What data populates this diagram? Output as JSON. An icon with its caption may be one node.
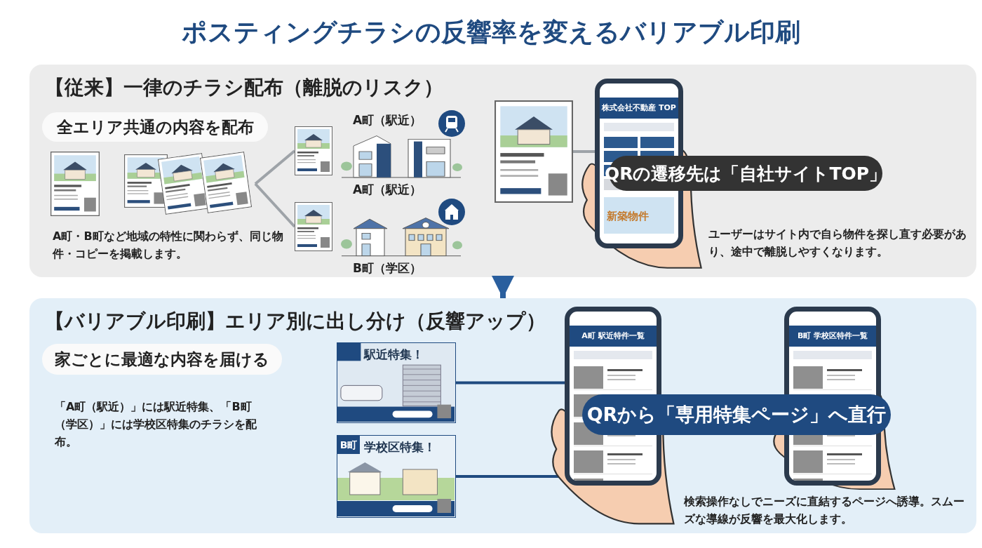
{
  "diagram": {
    "title": "ポスティングチラシの反響率を変えるバリアブル印刷",
    "nodes": [
      {
        "text": [
          "【従来】一律のチラシ配布（離脱のリスク）"
        ]
      },
      {
        "text": [
          "全エリア共通の内容を配布"
        ],
        "in": 0
      },
      {
        "text": [],
        "shape": "picture",
        "in": 0
      },
      {
        "text": [],
        "shape": "picture",
        "in": 0
      },
      {
        "text": [],
        "shape": "picture",
        "in": 0
      },
      {
        "text": [
          "A町（駅近）",
          "A町（駅近）"
        ],
        "in": 0
      },
      {
        "text": [
          "B町（学区）"
        ],
        "in": 0
      },
      {
        "text": [],
        "shape": "picture",
        "in": 0
      },
      {
        "text": [
          "株式会社不動産 TOP",
          "新築物件"
        ],
        "in": 0
      },
      {
        "text": [
          "QRの遷移先は「自社サイトTOP」"
        ],
        "in": 0
      },
      {
        "text": [
          "【バリアブル印刷】エリア別に出し分け（反響アップ）"
        ]
      },
      {
        "text": [
          "家ごとに最適な内容を届ける"
        ],
        "in": 10
      },
      {
        "text": [
          "駅近特集！"
        ],
        "in": 10
      },
      {
        "text": [
          "B町",
          "学校区特集！"
        ],
        "in": 10
      },
      {
        "text": [
          "A町 駅近特件一覧"
        ],
        "in": 10
      },
      {
        "text": [
          "B町 学校区特件一覧"
        ],
        "in": 10
      },
      {
        "text": [
          "QRから「専用特集ページ」へ直行"
        ],
        "in": 10
      }
    ],
    "edges": [
      {
        "from": 2,
        "to": 3,
        "arrow": "none",
        "color": "#9ea3a8"
      },
      {
        "from": 2,
        "to": 4,
        "arrow": "none",
        "color": "#9ea3a8"
      },
      {
        "from": 7,
        "to": 8,
        "arrow": "none",
        "color": "#9ea3a8"
      },
      {
        "from": 0,
        "to": 10,
        "arrow": "to",
        "style": "thick",
        "color": "#2a5f9e"
      },
      {
        "from": 12,
        "to": 14,
        "arrow": "none",
        "color": "#1f4a80"
      },
      {
        "from": 13,
        "to": 14,
        "arrow": "none",
        "color": "#1f4a80"
      }
    ],
    "labels": [
      "A町・B町など地域の特性に関わらず、同じ物件・コピーを掲載します。",
      "ユーザーはサイト内で自ら物件を探し直す必要があり、途中で離脱しやすくなります。",
      "「A町（駅近）」には駅近特集、「B町（学区）」には学校区特集のチラシを配布。",
      "検索操作なしでニーズに直結するページへ誘導。スムーズな導線が反響を最大化します。"
    ]
  }
}
